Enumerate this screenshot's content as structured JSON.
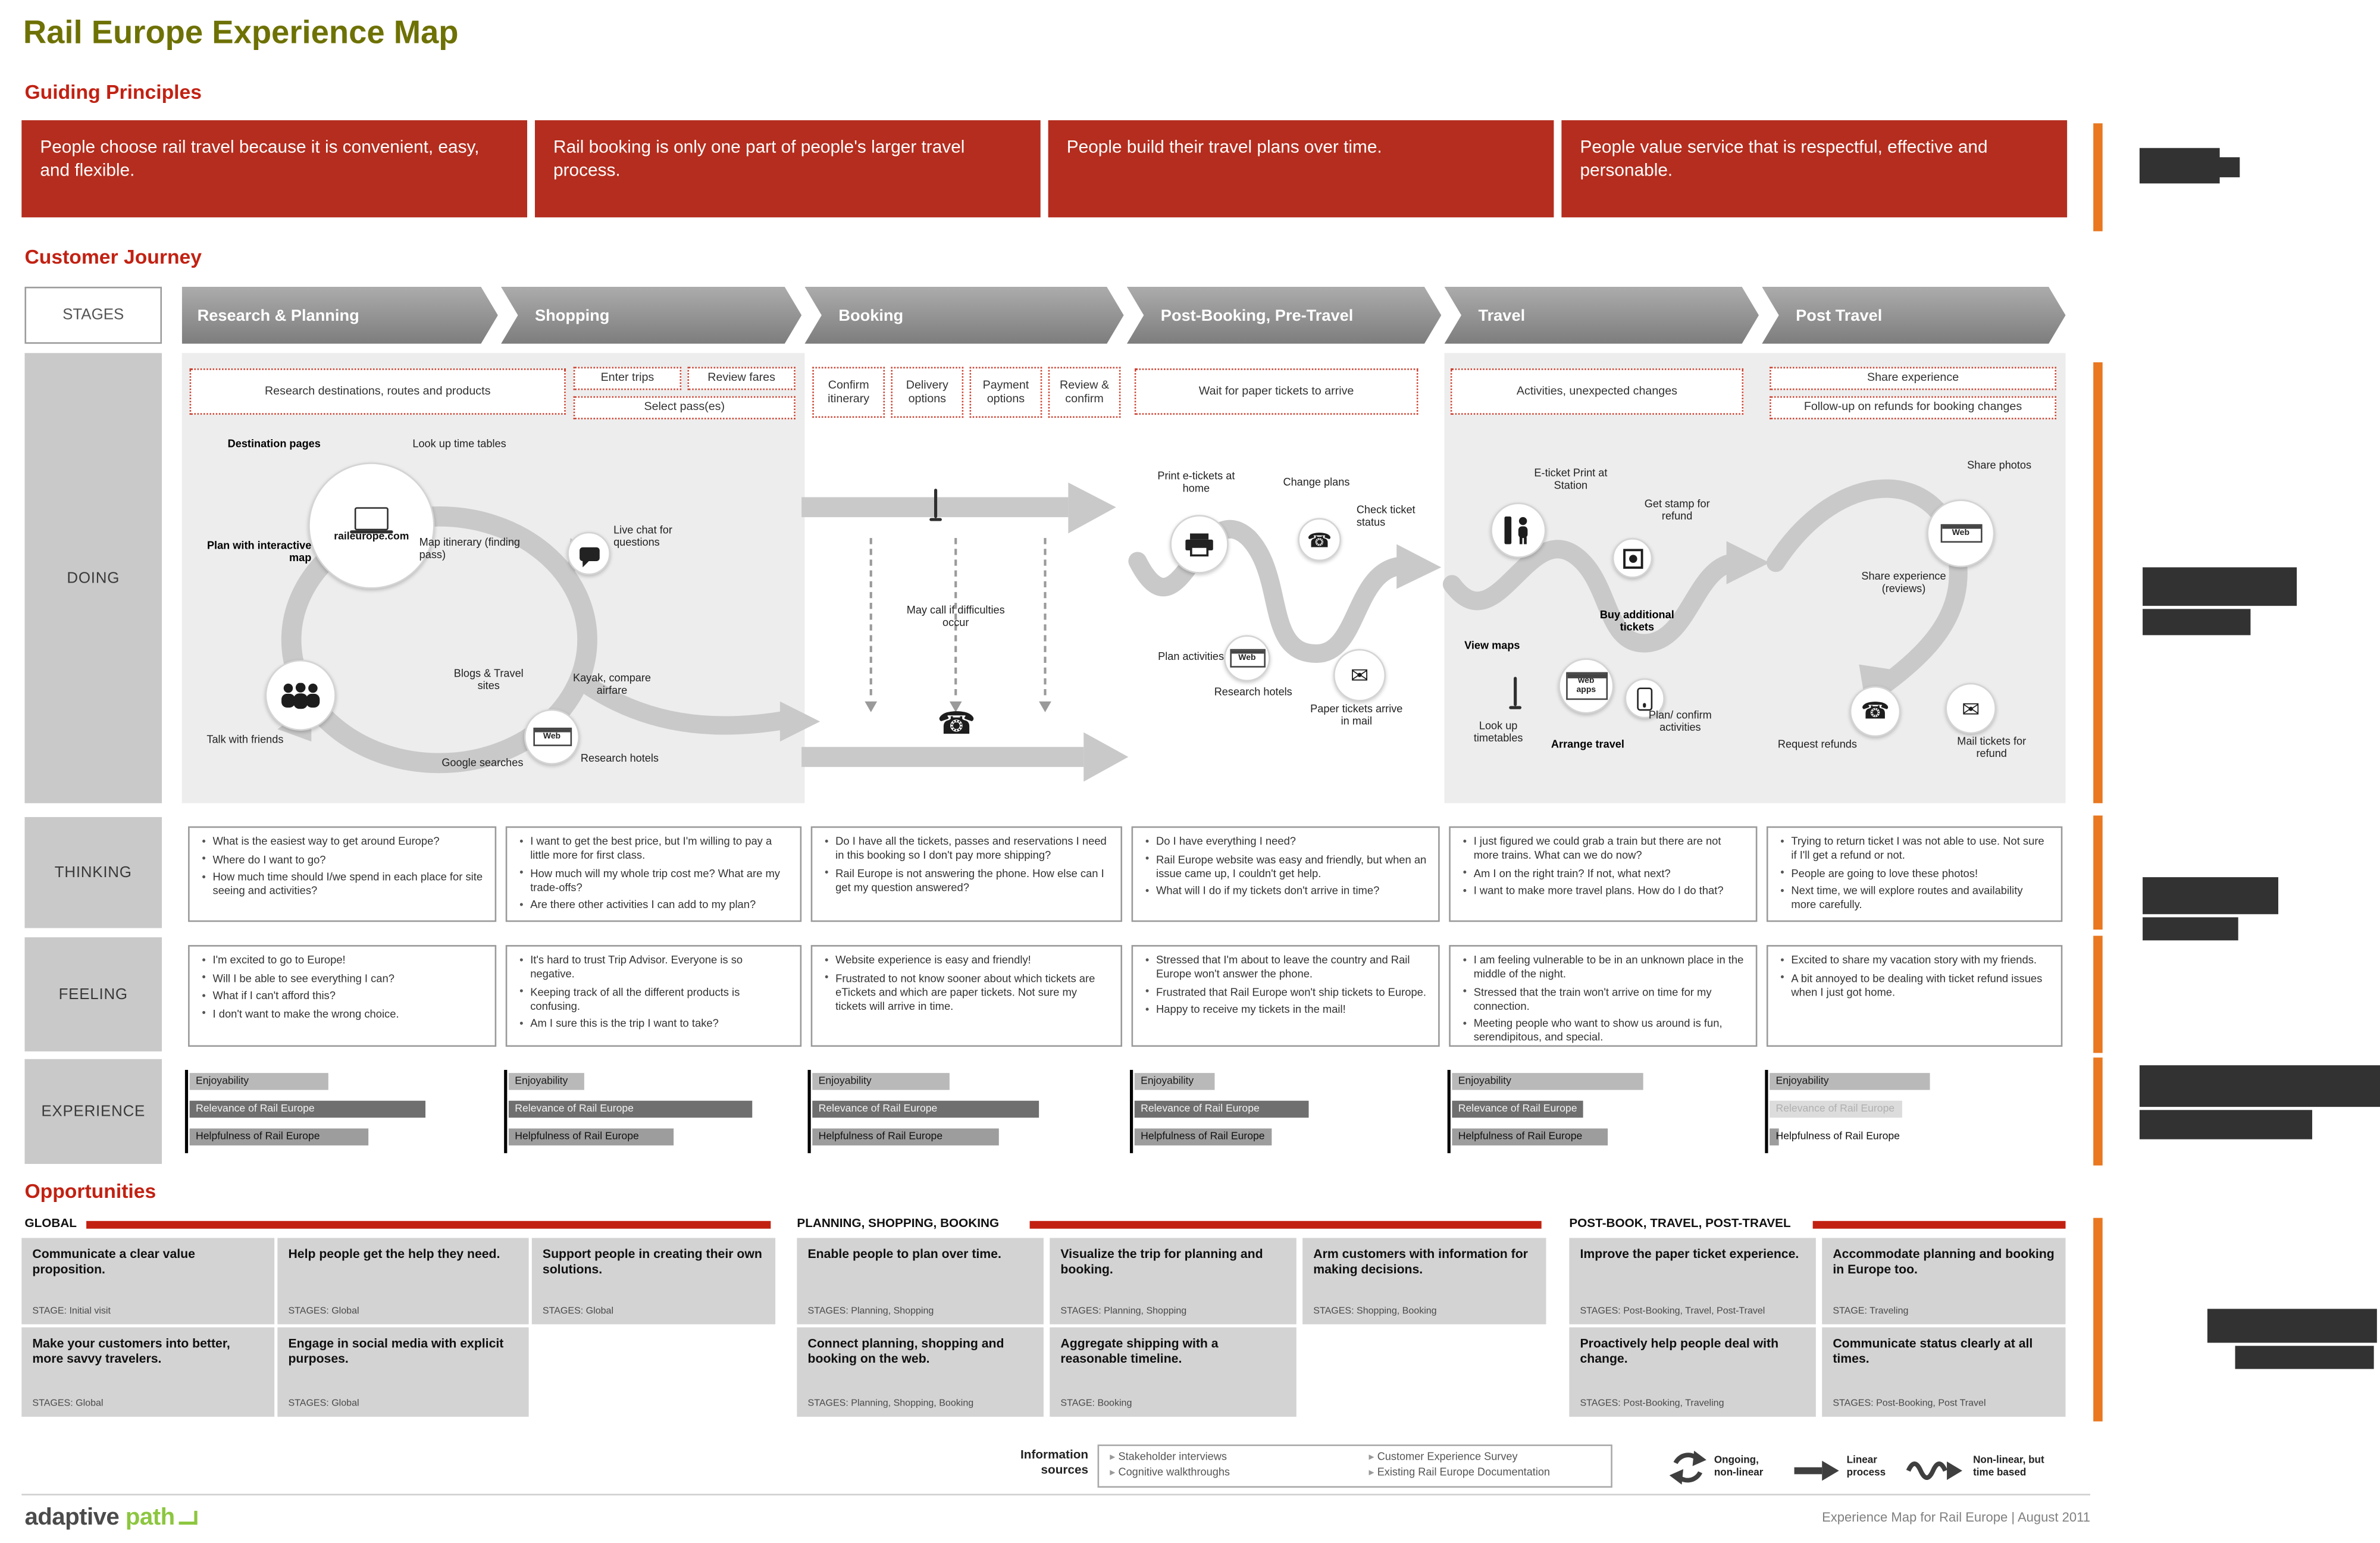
{
  "title": "Rail Europe Experience Map",
  "colors": {
    "title_olive": "#6e7103",
    "heading_red": "#c22112",
    "principle_box_red": "#b42d1e",
    "opportunity_bar_red": "#c22112",
    "annotation_orange": "#e97820",
    "stage_arrow_gray": "#8a8a8a",
    "logo_green": "#8cc63f"
  },
  "guiding_principles": {
    "heading": "Guiding Principles",
    "items": [
      "People choose rail travel because it is convenient, easy, and flexible.",
      "Rail booking is only one part of people's larger travel process.",
      "People build their travel plans over time.",
      "People value service that is respectful, effective and personable."
    ]
  },
  "customer_journey": {
    "heading": "Customer Journey",
    "stages_label": "STAGES",
    "stages": [
      "Research & Planning",
      "Shopping",
      "Booking",
      "Post-Booking, Pre-Travel",
      "Travel",
      "Post Travel"
    ]
  },
  "doing": {
    "label": "DOING",
    "activities": {
      "research": "Research destinations, routes and products",
      "enter_trips": "Enter trips",
      "review_fares": "Review fares",
      "select_passes": "Select pass(es)",
      "confirm_itinerary": "Confirm itinerary",
      "delivery_options": "Delivery options",
      "payment_options": "Payment options",
      "review_confirm": "Review & confirm",
      "wait_tickets": "Wait for paper tickets to arrive",
      "activities_changes": "Activities, unexpected changes",
      "share_experience": "Share experience",
      "followup_refunds": "Follow-up on refunds for booking changes"
    },
    "nodes": {
      "destination_pages": "Destination pages",
      "look_up_time_tables": "Look up time tables",
      "raileurope": "raileurope.com",
      "plan_interactive_map": "Plan with interactive map",
      "map_itinerary": "Map itinerary (finding pass)",
      "live_chat": "Live chat for questions",
      "talk_with_friends": "Talk with friends",
      "blogs_travel": "Blogs & Travel sites",
      "kayak": "Kayak, compare airfare",
      "web": "Web",
      "google_searches": "Google searches",
      "research_hotels": "Research hotels",
      "may_call": "May call if difficulties occur",
      "print_etickets": "Print e-tickets at home",
      "change_plans": "Change plans",
      "check_ticket_status": "Check ticket status",
      "plan_activities": "Plan activities",
      "paper_tickets_mail": "Paper tickets arrive in mail",
      "eticket_print_station": "E-ticket Print at Station",
      "get_stamp": "Get stamp for refund",
      "view_maps": "View maps",
      "buy_additional": "Buy additional tickets",
      "web_apps": "web apps",
      "look_up_timetables": "Look up timetables",
      "arrange_travel": "Arrange travel",
      "plan_confirm": "Plan/ confirm activities",
      "share_photos": "Share photos",
      "share_reviews": "Share experience (reviews)",
      "request_refunds": "Request refunds",
      "mail_tickets_refund": "Mail tickets for refund"
    }
  },
  "thinking": {
    "label": "THINKING",
    "columns": [
      {
        "bullets": [
          "What is the easiest way to get around Europe?",
          "Where do I want to go?",
          "How much time should I/we spend in each place for site seeing and activities?"
        ]
      },
      {
        "bullets": [
          "I want to get the best price, but I'm willing to pay a little more for first class.",
          "How much will my whole trip cost me? What are my trade-offs?",
          "Are there other activities I can add to my plan?"
        ]
      },
      {
        "bullets": [
          "Do I have all the tickets, passes and reservations I need in this booking so I don't pay more shipping?",
          "Rail Europe is not answering the phone. How else can I get my question answered?"
        ]
      },
      {
        "bullets": [
          "Do I have everything I need?",
          "Rail Europe website was easy and friendly, but when an issue came up, I couldn't get help.",
          "What will I do if my tickets don't arrive in time?"
        ]
      },
      {
        "bullets": [
          "I just figured we could grab a train but there are not more trains. What can we do now?",
          "Am I on the right train? If not, what next?",
          "I want to make more travel plans. How do I do that?"
        ]
      },
      {
        "bullets": [
          "Trying to return ticket I was not able to use. Not sure if I'll get a refund or not.",
          "People are going to love these photos!",
          "Next time, we will explore routes and availability more carefully."
        ]
      }
    ]
  },
  "feeling": {
    "label": "FEELING",
    "columns": [
      {
        "bullets": [
          "I'm excited to go to Europe!",
          "Will I be able to see everything I can?",
          "What if I can't afford this?",
          "I don't want to make the wrong choice."
        ]
      },
      {
        "bullets": [
          "It's hard to trust Trip Advisor. Everyone is so negative.",
          "Keeping track of all the different products is confusing.",
          "Am I sure this is the trip I want to take?"
        ]
      },
      {
        "bullets": [
          "Website experience is easy and friendly!",
          "Frustrated to not know sooner about which tickets are eTickets and which are paper tickets. Not sure my tickets will arrive in time."
        ]
      },
      {
        "bullets": [
          "Stressed that I'm about to leave the country and Rail Europe won't answer the phone.",
          "Frustrated that Rail Europe won't ship tickets to Europe.",
          "Happy to receive my tickets in the mail!"
        ]
      },
      {
        "bullets": [
          "I am feeling vulnerable to be in an unknown place in the middle of the night.",
          "Stressed that the train won't arrive on time for my connection.",
          "Meeting people who want to show us around is fun, serendipitous, and special."
        ]
      },
      {
        "bullets": [
          "Excited to share my vacation story with my friends.",
          "A bit annoyed to be dealing with ticket refund issues when I just got home."
        ]
      }
    ]
  },
  "experience": {
    "label": "EXPERIENCE",
    "columns": [
      {
        "bars": [
          {
            "label": "Enjoyability",
            "value": 46,
            "bg": "#b9b9b9",
            "fg": "#1c1c1c"
          },
          {
            "label": "Relevance of Rail Europe",
            "value": 78,
            "bg": "#6f6f6f",
            "fg": "#f2f2f2"
          },
          {
            "label": "Helpfulness of Rail Europe",
            "value": 59,
            "bg": "#9d9d9d",
            "fg": "#111111"
          }
        ]
      },
      {
        "bars": [
          {
            "label": "Enjoyability",
            "value": 26,
            "bg": "#b9b9b9",
            "fg": "#1c1c1c"
          },
          {
            "label": "Relevance of Rail Europe",
            "value": 84,
            "bg": "#6f6f6f",
            "fg": "#f2f2f2"
          },
          {
            "label": "Helpfulness of Rail Europe",
            "value": 57,
            "bg": "#9d9d9d",
            "fg": "#111111"
          }
        ]
      },
      {
        "bars": [
          {
            "label": "Enjoyability",
            "value": 45,
            "bg": "#b9b9b9",
            "fg": "#1c1c1c"
          },
          {
            "label": "Relevance of Rail Europe",
            "value": 74,
            "bg": "#6f6f6f",
            "fg": "#f2f2f2"
          },
          {
            "label": "Helpfulness of Rail Europe",
            "value": 61,
            "bg": "#9d9d9d",
            "fg": "#111111"
          }
        ]
      },
      {
        "bars": [
          {
            "label": "Enjoyability",
            "value": 27,
            "bg": "#b9b9b9",
            "fg": "#1c1c1c"
          },
          {
            "label": "Relevance of Rail Europe",
            "value": 58,
            "bg": "#6f6f6f",
            "fg": "#f2f2f2"
          },
          {
            "label": "Helpfulness of Rail Europe",
            "value": 46,
            "bg": "#9d9d9d",
            "fg": "#111111"
          }
        ]
      },
      {
        "bars": [
          {
            "label": "Enjoyability",
            "value": 64,
            "bg": "#b9b9b9",
            "fg": "#1c1c1c"
          },
          {
            "label": "Relevance of Rail Europe",
            "value": 44,
            "bg": "#6f6f6f",
            "fg": "#f2f2f2"
          },
          {
            "label": "Helpfulness of Rail Europe",
            "value": 52,
            "bg": "#9d9d9d",
            "fg": "#111111"
          }
        ]
      },
      {
        "bars": [
          {
            "label": "Enjoyability",
            "value": 56,
            "bg": "#b9b9b9",
            "fg": "#1c1c1c"
          },
          {
            "label": "Relevance of Rail Europe",
            "value": 46,
            "bg": "#dcdcdc",
            "fg": "#b0b0b0"
          },
          {
            "label": "Helpfulness of Rail Europe",
            "value": 3,
            "bg": "#9d9d9d",
            "fg": "#111111"
          }
        ]
      }
    ]
  },
  "opportunities": {
    "heading": "Opportunities",
    "groups": [
      {
        "name": "GLOBAL"
      },
      {
        "name": "PLANNING, SHOPPING, BOOKING"
      },
      {
        "name": "POST-BOOK, TRAVEL, POST-TRAVEL"
      }
    ],
    "cards": [
      {
        "title": "Communicate a clear value proposition.",
        "stages": "STAGE: Initial visit"
      },
      {
        "title": "Help people get the help they need.",
        "stages": "STAGES: Global"
      },
      {
        "title": "Support people in creating their own solutions.",
        "stages": "STAGES: Global"
      },
      {
        "title": "Make your customers into better, more savvy travelers.",
        "stages": "STAGES: Global"
      },
      {
        "title": "Engage in social media with explicit purposes.",
        "stages": "STAGES: Global"
      },
      {
        "title": "Enable people to plan over time.",
        "stages": "STAGES: Planning, Shopping"
      },
      {
        "title": "Visualize the trip for planning and booking.",
        "stages": "STAGES: Planning, Shopping"
      },
      {
        "title": "Arm customers with information for making decisions.",
        "stages": "STAGES: Shopping, Booking"
      },
      {
        "title": "Connect planning, shopping and booking on the web.",
        "stages": "STAGES: Planning, Shopping, Booking"
      },
      {
        "title": "Aggregate shipping with a reasonable timeline.",
        "stages": "STAGE: Booking"
      },
      {
        "title": "Improve the paper ticket experience.",
        "stages": "STAGES: Post-Booking, Travel, Post-Travel"
      },
      {
        "title": "Accommodate planning and booking in Europe too.",
        "stages": "STAGE: Traveling"
      },
      {
        "title": "Proactively help people deal with change.",
        "stages": "STAGES: Post-Booking, Traveling"
      },
      {
        "title": "Communicate status clearly at all times.",
        "stages": "STAGES: Post-Booking, Post Travel"
      }
    ]
  },
  "info_sources": {
    "label": "Information sources",
    "items_left": [
      "Stakeholder interviews",
      "Cognitive walkthroughs"
    ],
    "items_right": [
      "Customer Experience Survey",
      "Existing Rail Europe Documentation"
    ]
  },
  "legend": {
    "ongoing": "Ongoing, non-linear",
    "linear": "Linear process",
    "nonlinear": "Non-linear, but time based"
  },
  "footer": {
    "logo_adaptive": "adaptive",
    "logo_path": "path",
    "credit": "Experience Map for Rail Europe  |  August 2011"
  }
}
